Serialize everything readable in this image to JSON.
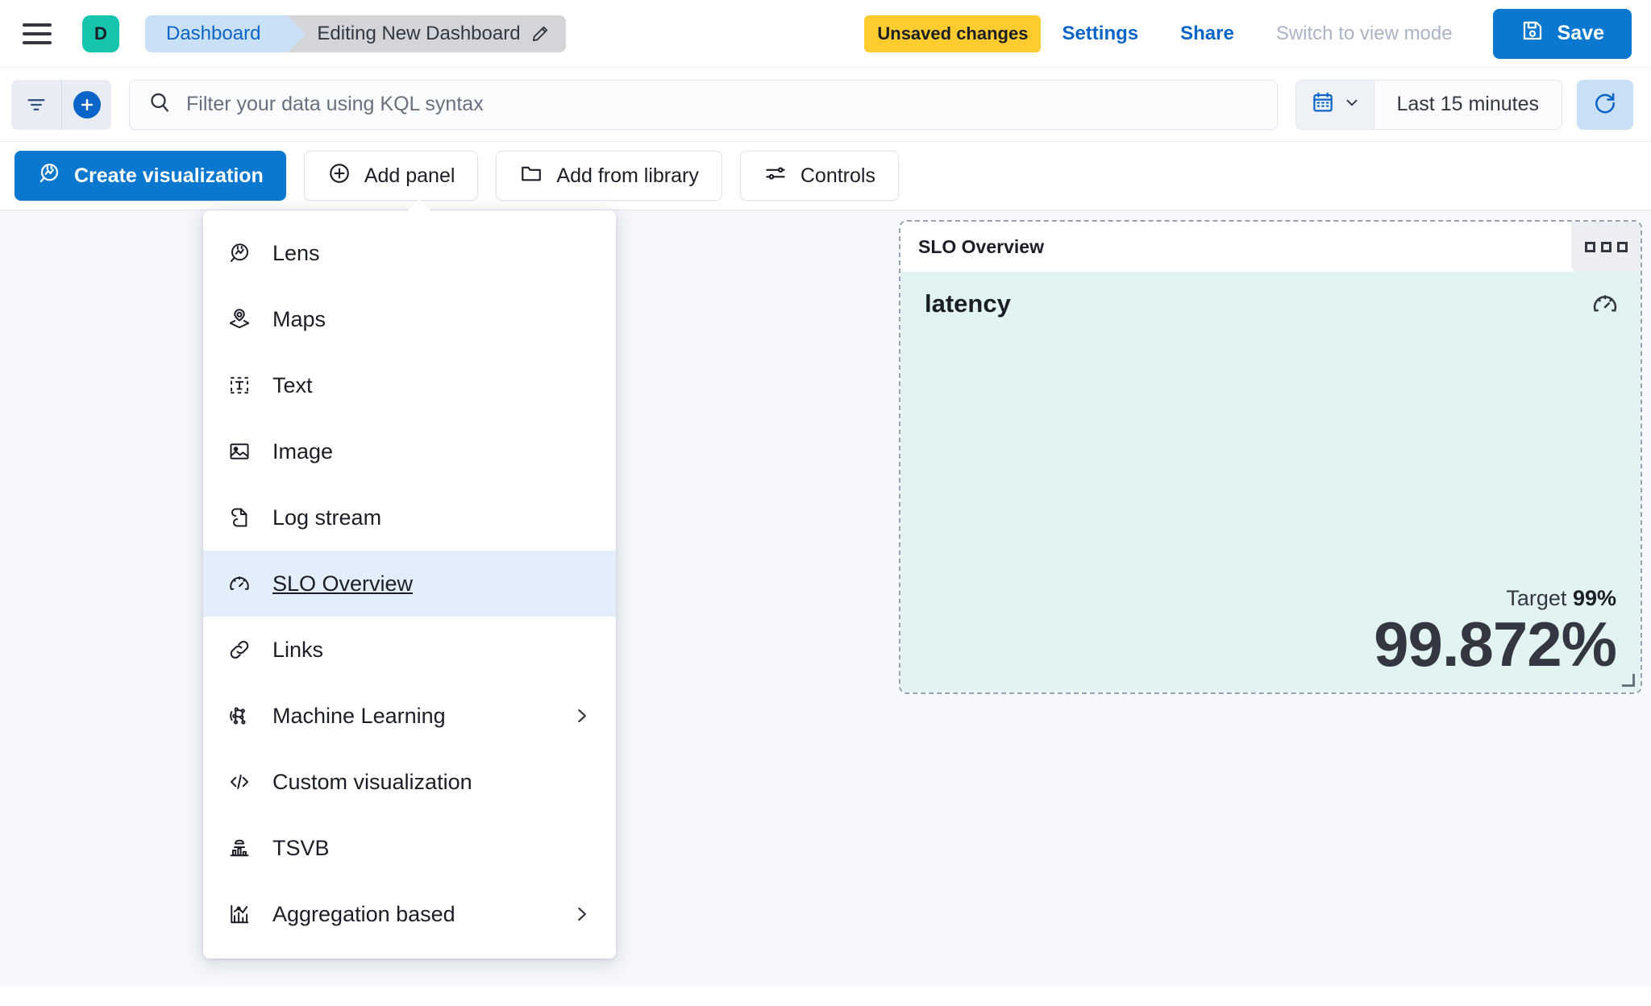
{
  "header": {
    "menu_icon": "hamburger-icon",
    "space_avatar": "D",
    "breadcrumb": {
      "parent": "Dashboard",
      "current": "Editing New Dashboard",
      "edit_icon": "pencil-icon"
    },
    "unsaved_badge": "Unsaved changes",
    "settings_link": "Settings",
    "share_link": "Share",
    "view_mode_link": "Switch to view mode",
    "save_label": "Save",
    "save_icon": "save-disk-icon",
    "colors": {
      "primary_blue": "#0b78d0",
      "link_blue": "#0b64c7",
      "warning_yellow": "#fecc2f",
      "avatar_teal": "#16c5ae",
      "breadcrumb_active_bg": "#c9e0f7",
      "breadcrumb_current_bg": "#d3d5d9"
    }
  },
  "query_bar": {
    "filter_icon": "filter-icon",
    "add_filter_icon": "plus-circle-icon",
    "search_icon": "search-icon",
    "search_value": "",
    "search_placeholder": "Filter your data using KQL syntax",
    "calendar_icon": "calendar-icon",
    "calendar_chevron": "chevron-down-icon",
    "time_range": "Last 15 minutes",
    "refresh_icon": "refresh-icon"
  },
  "toolbar": {
    "create_visualization": {
      "label": "Create visualization",
      "icon": "lens-icon"
    },
    "add_panel": {
      "label": "Add panel",
      "icon": "plus-in-circle-icon"
    },
    "add_from_library": {
      "label": "Add from library",
      "icon": "folder-icon"
    },
    "controls": {
      "label": "Controls",
      "icon": "sliders-icon"
    }
  },
  "add_panel_menu": {
    "items": [
      {
        "label": "Lens",
        "icon": "lens-icon",
        "selected": false,
        "submenu": false
      },
      {
        "label": "Maps",
        "icon": "map-pin-layers-icon",
        "selected": false,
        "submenu": false
      },
      {
        "label": "Text",
        "icon": "text-box-icon",
        "selected": false,
        "submenu": false
      },
      {
        "label": "Image",
        "icon": "image-icon",
        "selected": false,
        "submenu": false
      },
      {
        "label": "Log stream",
        "icon": "log-stream-icon",
        "selected": false,
        "submenu": false
      },
      {
        "label": "SLO Overview",
        "icon": "gauge-icon",
        "selected": true,
        "submenu": false
      },
      {
        "label": "Links",
        "icon": "link-icon",
        "selected": false,
        "submenu": false
      },
      {
        "label": "Machine Learning",
        "icon": "machine-learning-icon",
        "selected": false,
        "submenu": true
      },
      {
        "label": "Custom visualization",
        "icon": "code-icon",
        "selected": false,
        "submenu": false
      },
      {
        "label": "TSVB",
        "icon": "tsvb-chart-icon",
        "selected": false,
        "submenu": false
      },
      {
        "label": "Aggregation based",
        "icon": "agg-chart-icon",
        "selected": false,
        "submenu": true
      }
    ]
  },
  "slo_panel": {
    "title": "SLO Overview",
    "context_menu_icon": "three-dots-icon",
    "metric_name": "latency",
    "gauge_icon": "gauge-icon",
    "target_label": "Target",
    "target_value": "99%",
    "sli_value": "99.872%",
    "body_bg": "#e2f4f1"
  }
}
